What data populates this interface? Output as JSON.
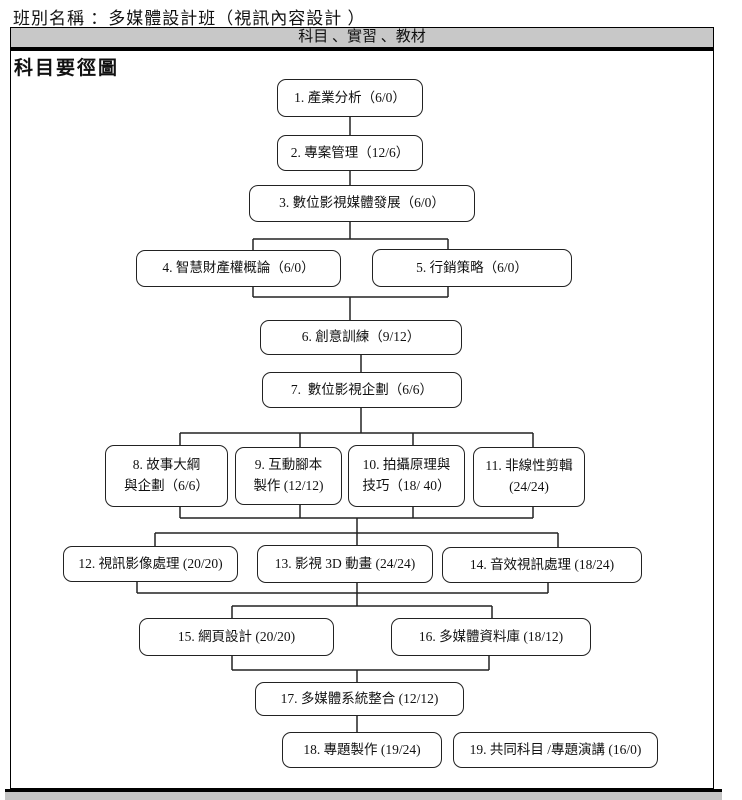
{
  "document": {
    "class_name_line": "班別名稱 ：多媒體設計班（視訊內容設計 ）",
    "table_header": "科目 、實習 、教材",
    "diagram_heading": "科目要徑圖"
  },
  "diagram": {
    "nodes": [
      {
        "lines": [
          "1. 產業分析（6/0）"
        ]
      },
      {
        "lines": [
          "2. 專案管理（12/6）"
        ]
      },
      {
        "lines": [
          "3. 數位影視媒體發展（6/0）"
        ]
      },
      {
        "lines": [
          "4. 智慧財產權概論（6/0）"
        ]
      },
      {
        "lines": [
          "5. 行銷策略（6/0）"
        ]
      },
      {
        "lines": [
          "6. 創意訓練（9/12）"
        ]
      },
      {
        "lines": [
          "7.  數位影視企劃（6/6）"
        ]
      },
      {
        "lines": [
          "8. 故事大綱",
          "與企劃（6/6）"
        ]
      },
      {
        "lines": [
          "9. 互動腳本",
          "製作 (12/12)"
        ]
      },
      {
        "lines": [
          "10. 拍攝原理與",
          "技巧（18/ 40）"
        ]
      },
      {
        "lines": [
          "11. 非線性剪輯",
          "(24/24)"
        ]
      },
      {
        "lines": [
          "12. 視訊影像處理 (20/20)"
        ]
      },
      {
        "lines": [
          "13. 影視 3D 動畫 (24/24)"
        ]
      },
      {
        "lines": [
          "14. 音效視訊處理 (18/24)"
        ]
      },
      {
        "lines": [
          "15. 網頁設計 (20/20)"
        ]
      },
      {
        "lines": [
          "16. 多媒體資料庫 (18/12)"
        ]
      },
      {
        "lines": [
          "17. 多媒體系統整合 (12/12)"
        ]
      },
      {
        "lines": [
          "18. 專題製作 (19/24)"
        ]
      },
      {
        "lines": [
          "19. 共同科目 /專題演講 (16/0)"
        ]
      }
    ]
  },
  "colors": {
    "header_bar_fill": "#c8c8c8",
    "line_color": "#222222"
  }
}
